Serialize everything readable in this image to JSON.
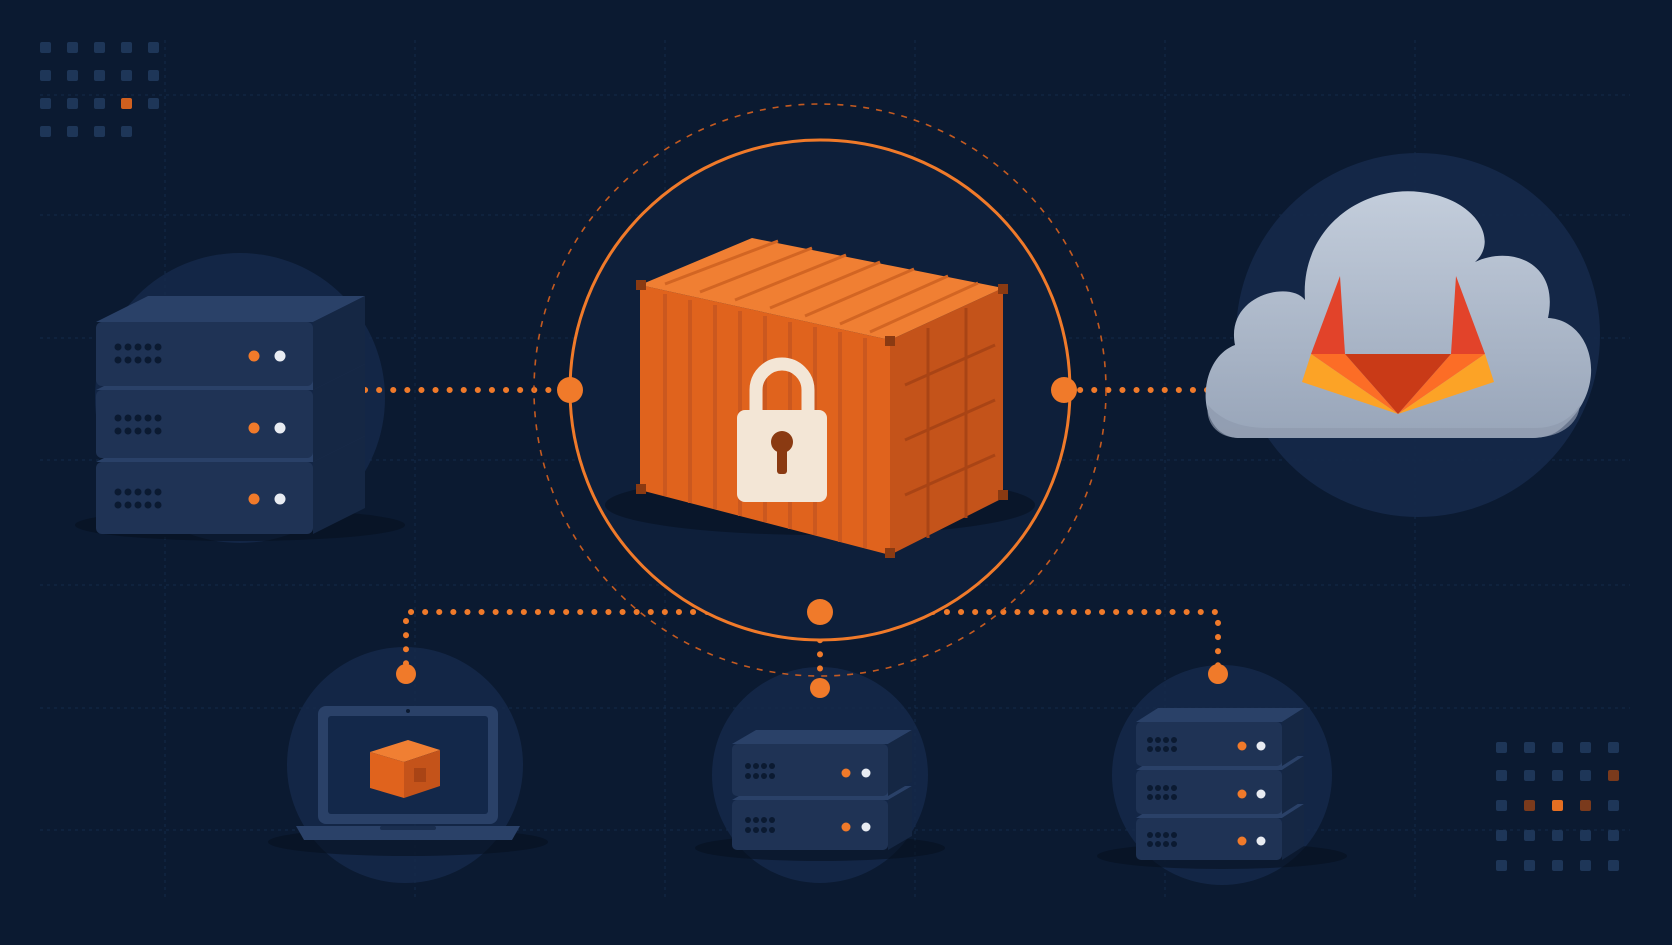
{
  "colors": {
    "background": "#0b1a31",
    "background_glow": "#13284a",
    "grid_line": "#18304f",
    "accent_orange": "#f07a2a",
    "accent_orange_dark": "#c9531a",
    "server_body": "#1f3355",
    "server_body_dark": "#152744",
    "server_top": "#2a4168",
    "cloud": "#b7c2d2",
    "cloud_shadow": "#8e9aae",
    "lock": "#f3e6d6",
    "led_orange": "#f07a2a",
    "led_white": "#e8ecf2"
  },
  "diagram": {
    "hub": {
      "icon": "locked-shipping-container-icon"
    },
    "nodes": [
      {
        "id": "server-stack-left",
        "icon": "server-stack-icon",
        "units": 3
      },
      {
        "id": "gitlab-cloud",
        "icon": "gitlab-cloud-icon"
      },
      {
        "id": "laptop",
        "icon": "laptop-with-container-icon"
      },
      {
        "id": "server-stack-bottom-middle",
        "icon": "server-stack-icon",
        "units": 2
      },
      {
        "id": "server-stack-bottom-right",
        "icon": "server-stack-icon",
        "units": 3
      }
    ],
    "edges": [
      {
        "from": "hub",
        "to": "server-stack-left",
        "style": "dotted"
      },
      {
        "from": "hub",
        "to": "gitlab-cloud",
        "style": "dotted"
      },
      {
        "from": "hub",
        "to": "laptop",
        "style": "dotted"
      },
      {
        "from": "hub",
        "to": "server-stack-bottom-middle",
        "style": "dotted"
      },
      {
        "from": "hub",
        "to": "server-stack-bottom-right",
        "style": "dotted"
      }
    ]
  }
}
